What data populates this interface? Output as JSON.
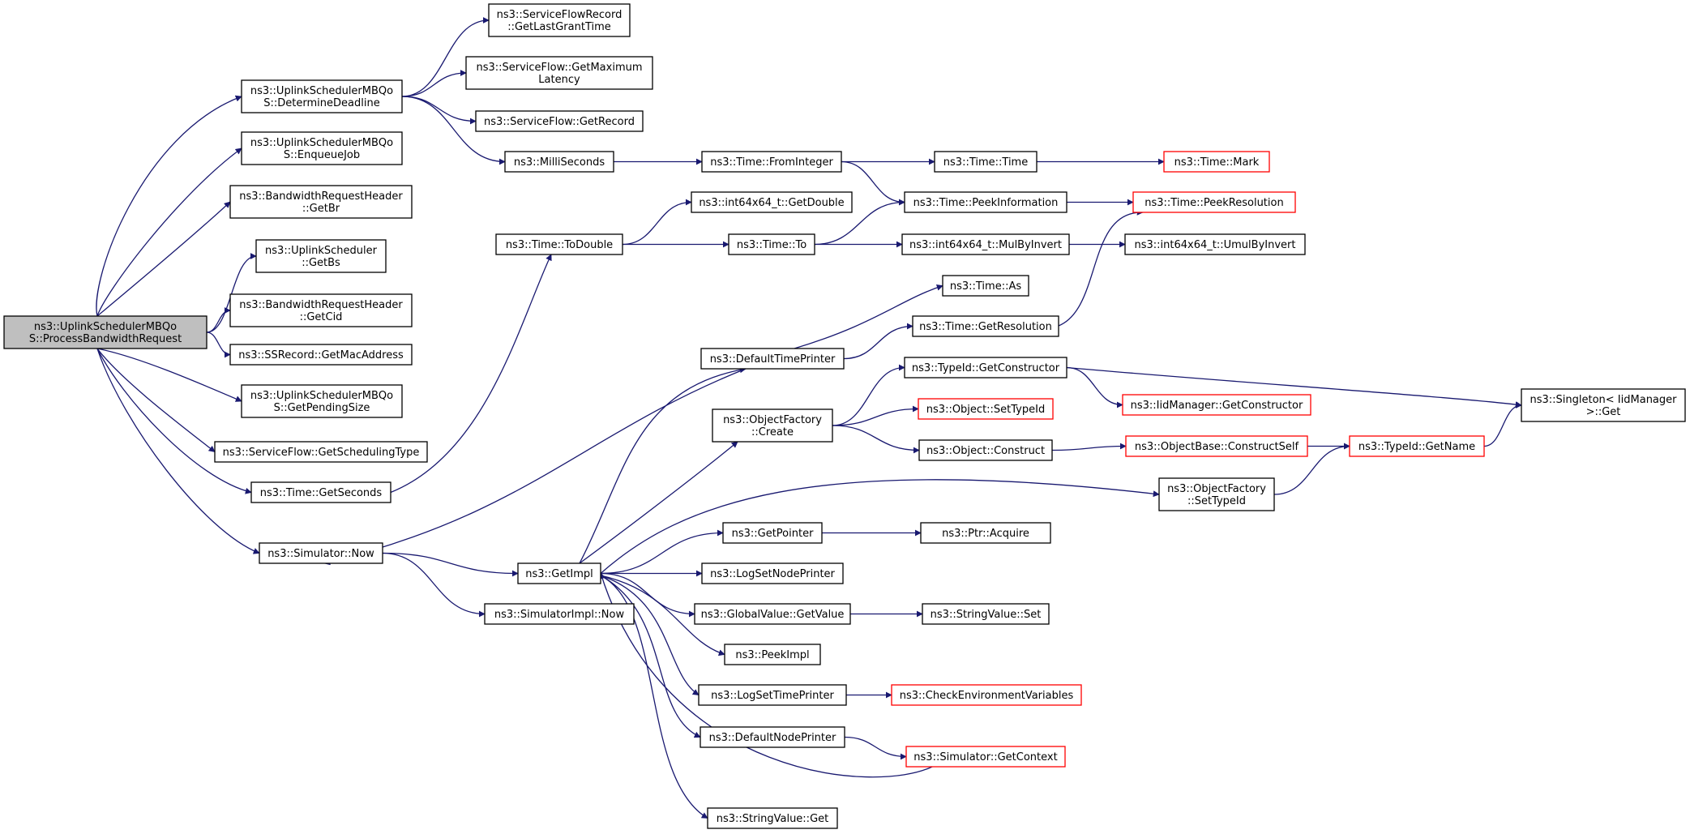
{
  "colors": {
    "edge": "#191970",
    "node_border": "#000000",
    "truncated_border": "#ff0000",
    "root_fill": "#bfbfbf"
  },
  "nodes": [
    {
      "id": "root",
      "lines": [
        "ns3::UplinkSchedulerMBQo",
        "S::ProcessBandwidthRequest"
      ],
      "style": "root"
    },
    {
      "id": "determineDeadline",
      "lines": [
        "ns3::UplinkSchedulerMBQo",
        "S::DetermineDeadline"
      ]
    },
    {
      "id": "enqueueJob",
      "lines": [
        "ns3::UplinkSchedulerMBQo",
        "S::EnqueueJob"
      ]
    },
    {
      "id": "getBr",
      "lines": [
        "ns3::BandwidthRequestHeader",
        "::GetBr"
      ]
    },
    {
      "id": "getBs",
      "lines": [
        "ns3::UplinkScheduler",
        "::GetBs"
      ]
    },
    {
      "id": "getCid",
      "lines": [
        "ns3::BandwidthRequestHeader",
        "::GetCid"
      ]
    },
    {
      "id": "getMacAddress",
      "lines": [
        "ns3::SSRecord::GetMacAddress"
      ]
    },
    {
      "id": "getPendingSize",
      "lines": [
        "ns3::UplinkSchedulerMBQo",
        "S::GetPendingSize"
      ]
    },
    {
      "id": "getSchedulingType",
      "lines": [
        "ns3::ServiceFlow::GetSchedulingType"
      ]
    },
    {
      "id": "getSeconds",
      "lines": [
        "ns3::Time::GetSeconds"
      ]
    },
    {
      "id": "simNow",
      "lines": [
        "ns3::Simulator::Now"
      ]
    },
    {
      "id": "getLastGrantTime",
      "lines": [
        "ns3::ServiceFlowRecord",
        "::GetLastGrantTime"
      ]
    },
    {
      "id": "getMaxLatency",
      "lines": [
        "ns3::ServiceFlow::GetMaximum",
        "Latency"
      ]
    },
    {
      "id": "getRecord",
      "lines": [
        "ns3::ServiceFlow::GetRecord"
      ]
    },
    {
      "id": "milliSeconds",
      "lines": [
        "ns3::MilliSeconds"
      ]
    },
    {
      "id": "toDouble",
      "lines": [
        "ns3::Time::ToDouble"
      ]
    },
    {
      "id": "getImpl",
      "lines": [
        "ns3::GetImpl"
      ]
    },
    {
      "id": "simImplNow",
      "lines": [
        "ns3::SimulatorImpl::Now"
      ]
    },
    {
      "id": "fromInteger",
      "lines": [
        "ns3::Time::FromInteger"
      ]
    },
    {
      "id": "i64GetDouble",
      "lines": [
        "ns3::int64x64_t::GetDouble"
      ]
    },
    {
      "id": "timeTo",
      "lines": [
        "ns3::Time::To"
      ]
    },
    {
      "id": "defaultTimePrinter",
      "lines": [
        "ns3::DefaultTimePrinter"
      ]
    },
    {
      "id": "objFactoryCreate",
      "lines": [
        "ns3::ObjectFactory",
        "::Create"
      ]
    },
    {
      "id": "getPointer",
      "lines": [
        "ns3::GetPointer"
      ]
    },
    {
      "id": "logSetNodePrinter",
      "lines": [
        "ns3::LogSetNodePrinter"
      ]
    },
    {
      "id": "globalGetValue",
      "lines": [
        "ns3::GlobalValue::GetValue"
      ]
    },
    {
      "id": "peekImpl",
      "lines": [
        "ns3::PeekImpl"
      ]
    },
    {
      "id": "logSetTimePrinter",
      "lines": [
        "ns3::LogSetTimePrinter"
      ]
    },
    {
      "id": "defaultNodePrinter",
      "lines": [
        "ns3::DefaultNodePrinter"
      ]
    },
    {
      "id": "stringValueGet",
      "lines": [
        "ns3::StringValue::Get"
      ]
    },
    {
      "id": "timeTime",
      "lines": [
        "ns3::Time::Time"
      ]
    },
    {
      "id": "peekInformation",
      "lines": [
        "ns3::Time::PeekInformation"
      ]
    },
    {
      "id": "mulByInvert",
      "lines": [
        "ns3::int64x64_t::MulByInvert"
      ]
    },
    {
      "id": "timeAs",
      "lines": [
        "ns3::Time::As"
      ]
    },
    {
      "id": "getResolution",
      "lines": [
        "ns3::Time::GetResolution"
      ]
    },
    {
      "id": "getConstructor",
      "lines": [
        "ns3::TypeId::GetConstructor"
      ]
    },
    {
      "id": "setTypeId",
      "lines": [
        "ns3::Object::SetTypeId"
      ],
      "style": "red"
    },
    {
      "id": "construct",
      "lines": [
        "ns3::Object::Construct"
      ]
    },
    {
      "id": "ofSetTypeId",
      "lines": [
        "ns3::ObjectFactory",
        "::SetTypeId"
      ]
    },
    {
      "id": "ptrAcquire",
      "lines": [
        "ns3::Ptr::Acquire"
      ]
    },
    {
      "id": "stringValueSet",
      "lines": [
        "ns3::StringValue::Set"
      ]
    },
    {
      "id": "checkEnv",
      "lines": [
        "ns3::CheckEnvironmentVariables"
      ],
      "style": "red"
    },
    {
      "id": "simGetContext",
      "lines": [
        "ns3::Simulator::GetContext"
      ],
      "style": "red"
    },
    {
      "id": "timeMark",
      "lines": [
        "ns3::Time::Mark"
      ],
      "style": "red"
    },
    {
      "id": "peekResolution",
      "lines": [
        "ns3::Time::PeekResolution"
      ],
      "style": "red"
    },
    {
      "id": "umulByInvert",
      "lines": [
        "ns3::int64x64_t::UmulByInvert"
      ]
    },
    {
      "id": "iidGetConstructor",
      "lines": [
        "ns3::IidManager::GetConstructor"
      ],
      "style": "red"
    },
    {
      "id": "constructSelf",
      "lines": [
        "ns3::ObjectBase::ConstructSelf"
      ],
      "style": "red"
    },
    {
      "id": "typeIdGetName",
      "lines": [
        "ns3::TypeId::GetName"
      ],
      "style": "red"
    },
    {
      "id": "singletonGet",
      "lines": [
        "ns3::Singleton< IidManager",
        " >::Get"
      ]
    }
  ],
  "edges": [
    [
      "root",
      "determineDeadline"
    ],
    [
      "root",
      "enqueueJob"
    ],
    [
      "root",
      "getBr"
    ],
    [
      "root",
      "getBs"
    ],
    [
      "root",
      "getCid"
    ],
    [
      "root",
      "getMacAddress"
    ],
    [
      "root",
      "getPendingSize"
    ],
    [
      "root",
      "getSchedulingType"
    ],
    [
      "root",
      "getSeconds"
    ],
    [
      "root",
      "simNow"
    ],
    [
      "determineDeadline",
      "getLastGrantTime"
    ],
    [
      "determineDeadline",
      "getMaxLatency"
    ],
    [
      "determineDeadline",
      "getRecord"
    ],
    [
      "determineDeadline",
      "milliSeconds"
    ],
    [
      "getSeconds",
      "toDouble"
    ],
    [
      "simNow",
      "getImpl"
    ],
    [
      "simNow",
      "simImplNow"
    ],
    [
      "milliSeconds",
      "fromInteger"
    ],
    [
      "toDouble",
      "i64GetDouble"
    ],
    [
      "toDouble",
      "timeTo"
    ],
    [
      "fromInteger",
      "timeTime"
    ],
    [
      "fromInteger",
      "peekInformation"
    ],
    [
      "timeTo",
      "peekInformation"
    ],
    [
      "timeTo",
      "mulByInvert"
    ],
    [
      "timeTime",
      "timeMark"
    ],
    [
      "peekInformation",
      "peekResolution"
    ],
    [
      "mulByInvert",
      "umulByInvert"
    ],
    [
      "defaultTimePrinter",
      "timeAs"
    ],
    [
      "defaultTimePrinter",
      "getResolution"
    ],
    [
      "defaultTimePrinter",
      "simNow"
    ],
    [
      "getResolution",
      "peekResolution"
    ],
    [
      "getImpl",
      "defaultTimePrinter"
    ],
    [
      "getImpl",
      "objFactoryCreate"
    ],
    [
      "getImpl",
      "ofSetTypeId"
    ],
    [
      "getImpl",
      "getPointer"
    ],
    [
      "getImpl",
      "logSetNodePrinter"
    ],
    [
      "getImpl",
      "globalGetValue"
    ],
    [
      "getImpl",
      "peekImpl"
    ],
    [
      "getImpl",
      "logSetTimePrinter"
    ],
    [
      "getImpl",
      "defaultNodePrinter"
    ],
    [
      "getImpl",
      "stringValueGet"
    ],
    [
      "objFactoryCreate",
      "getConstructor"
    ],
    [
      "objFactoryCreate",
      "setTypeId"
    ],
    [
      "objFactoryCreate",
      "construct"
    ],
    [
      "getConstructor",
      "iidGetConstructor"
    ],
    [
      "getConstructor",
      "singletonGet"
    ],
    [
      "construct",
      "constructSelf"
    ],
    [
      "constructSelf",
      "typeIdGetName"
    ],
    [
      "ofSetTypeId",
      "typeIdGetName"
    ],
    [
      "typeIdGetName",
      "singletonGet"
    ],
    [
      "getPointer",
      "ptrAcquire"
    ],
    [
      "globalGetValue",
      "stringValueSet"
    ],
    [
      "logSetTimePrinter",
      "checkEnv"
    ],
    [
      "defaultNodePrinter",
      "simGetContext"
    ],
    [
      "simGetContext",
      "getImpl"
    ]
  ]
}
